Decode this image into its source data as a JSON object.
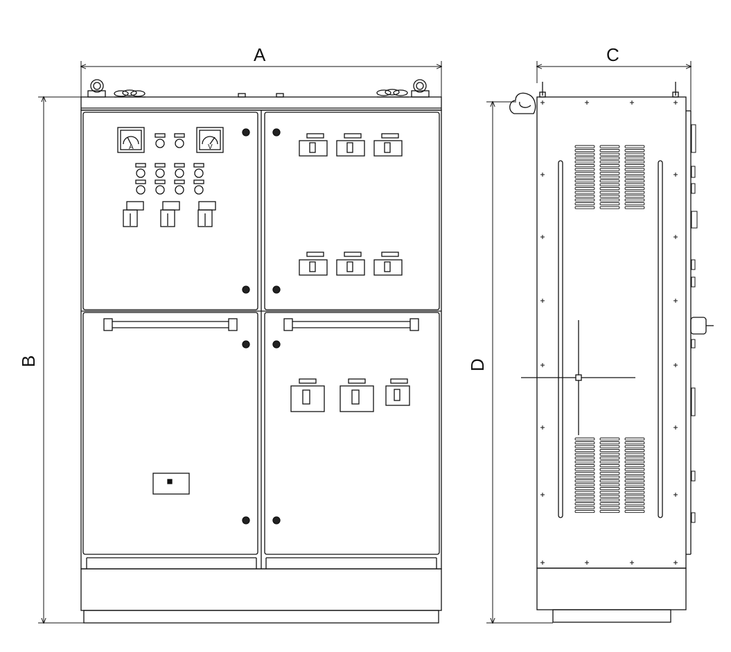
{
  "dimensions": {
    "width_front": "A",
    "height_front": "B",
    "depth_side": "C",
    "height_side": "D"
  },
  "meters": {
    "ammeter_unit": "A",
    "voltmeter_unit": "V"
  },
  "icons": {
    "lifting_eye": "lifting-eye-icon",
    "door_lock": "door-lock-icon",
    "breaker": "circuit-breaker-icon",
    "selector": "rotary-selector-icon",
    "lamp": "indicator-lamp-icon"
  },
  "colors": {
    "line": "#111111",
    "panel_fill": "#ffffff",
    "dark_fill": "#222222"
  }
}
